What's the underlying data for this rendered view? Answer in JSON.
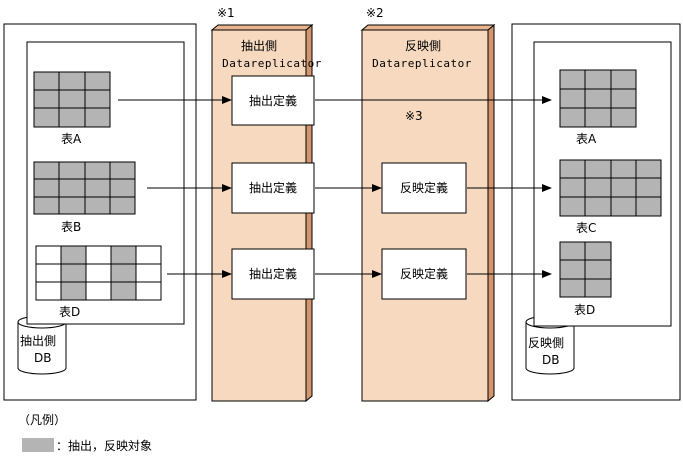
{
  "notes": {
    "n1": "※1",
    "n2": "※2",
    "n3": "※3"
  },
  "extract_server": {
    "title": "抽出側",
    "product": "Datareplicator"
  },
  "apply_server": {
    "title": "反映側",
    "product": "Datareplicator"
  },
  "source_db": {
    "label_line1": "抽出側",
    "label_line2": "DB",
    "tables": [
      {
        "name": "表A"
      },
      {
        "name": "表B"
      },
      {
        "name": "表D"
      }
    ]
  },
  "target_db": {
    "label_line1": "反映側",
    "label_line2": "DB",
    "tables": [
      {
        "name": "表A"
      },
      {
        "name": "表C"
      },
      {
        "name": "表D"
      }
    ]
  },
  "definitions": {
    "extract": [
      "抽出定義",
      "抽出定義",
      "抽出定義"
    ],
    "apply": [
      "反映定義",
      "反映定義"
    ]
  },
  "legend": {
    "title": "（凡例）",
    "text": "：抽出，反映対象",
    "swatch_color": "#b4b4b4"
  },
  "colors": {
    "server_fill": "#f6d9bf",
    "server_side": "#d3956b",
    "table_fill": "#b4b4b4"
  }
}
